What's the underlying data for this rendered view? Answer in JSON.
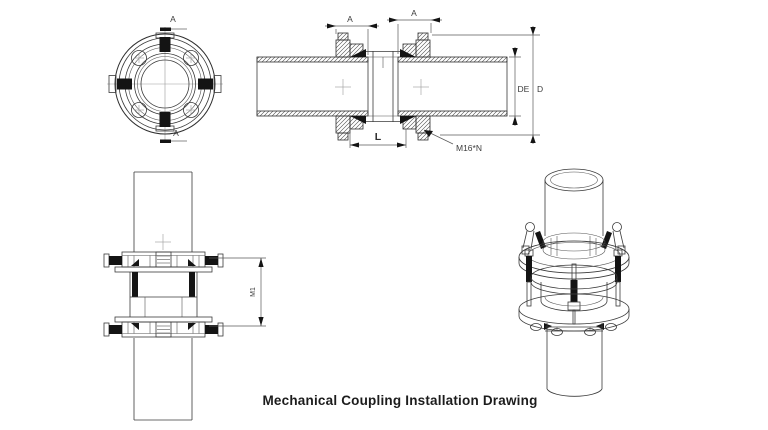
{
  "title": "Mechanical Coupling Installation Drawing",
  "colors": {
    "line": "#2e2e2e",
    "dimension": "#5a5a5a",
    "fill_black": "#141414",
    "background": "#ffffff"
  },
  "labels": {
    "section_mark_top": "A",
    "section_mark_bottom": "A",
    "dim_engagement_left": "A",
    "dim_engagement_right": "A",
    "dim_coupling_length": "L",
    "dim_pipe_outer_diameter": "DE",
    "dim_coupling_outer_diameter": "D",
    "bolt_spec": "M16*N",
    "dim_install_height": "M1"
  },
  "views": {
    "front_view": "coupling-front-view",
    "section_view": "coupling-longitudinal-section",
    "side_view": "vertical-pipe-elevation",
    "iso_view": "coupling-3d-isometric"
  }
}
